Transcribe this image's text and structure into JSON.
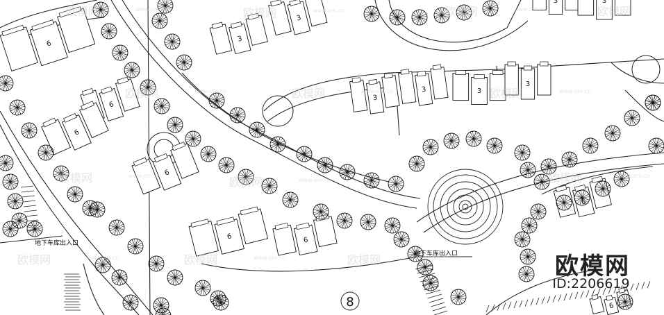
{
  "watermark": {
    "brand": "欧模网",
    "id": "ID:2206619",
    "site": "www.om.cn",
    "ghost_brand": "欧模网"
  },
  "labels": {
    "garage_entrance_left": "地下车库出入口",
    "garage_entrance_center": "地下车库出入口",
    "zone_number": "8"
  },
  "buildings": [
    {
      "name": "building-6-a",
      "floors": "6"
    },
    {
      "name": "building-6-b",
      "floors": "6"
    },
    {
      "name": "building-6-c",
      "floors": "6"
    },
    {
      "name": "building-6-d",
      "floors": "6"
    },
    {
      "name": "building-6-e",
      "floors": "6"
    },
    {
      "name": "building-6-f",
      "floors": "6"
    },
    {
      "name": "building-6-g",
      "floors": "6"
    },
    {
      "name": "building-6-h",
      "floors": "6"
    },
    {
      "name": "building-3-a",
      "floors": "3"
    },
    {
      "name": "building-3-b",
      "floors": "3"
    },
    {
      "name": "building-3-c",
      "floors": "3"
    },
    {
      "name": "building-3-d",
      "floors": "3"
    },
    {
      "name": "building-3-e",
      "floors": "3"
    },
    {
      "name": "building-3-f",
      "floors": "3"
    },
    {
      "name": "building-3-g",
      "floors": "3"
    },
    {
      "name": "building-3-h",
      "floors": "3"
    }
  ],
  "colors": {
    "line": "#1a1a1a",
    "watermark": "#c8c8c8",
    "background": "#ffffff"
  }
}
